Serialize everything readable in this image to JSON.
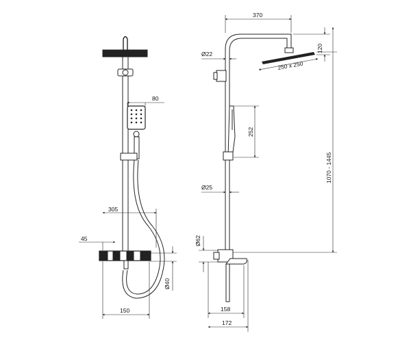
{
  "diagram": {
    "front_view": {
      "dim_width_80": "80",
      "dim_offset_305": "305",
      "dim_offset_45": "45",
      "dim_diameter_40": "Ø40",
      "dim_width_150": "150"
    },
    "side_view": {
      "dim_arm_370": "370",
      "dim_head_height_120": "120",
      "dim_head_size": "250 x 250",
      "dim_diameter_22": "Ø22",
      "dim_handshower_252": "252",
      "dim_height_range": "1070 - 1445",
      "dim_diameter_25": "Ø25",
      "dim_diameter_62": "Ø62",
      "dim_depth_158": "158",
      "dim_depth_172": "172"
    }
  }
}
